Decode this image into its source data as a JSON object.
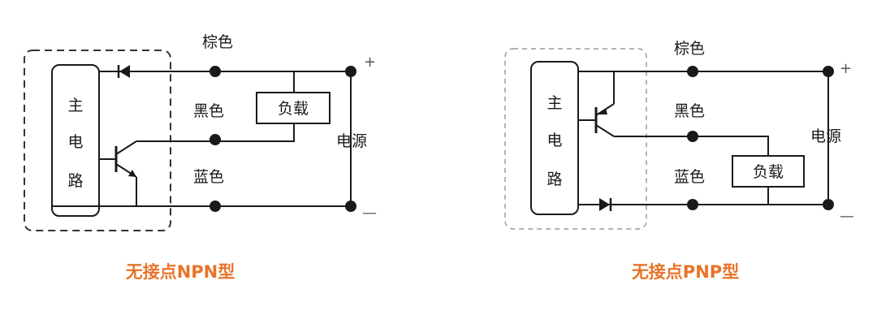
{
  "colors": {
    "caption": "#e8742a",
    "ink": "#1a1a1a"
  },
  "npn": {
    "main_circuit": [
      "主",
      "电",
      "路"
    ],
    "brown_wire": "棕色",
    "black_wire": "黑色",
    "blue_wire": "蓝色",
    "load": "负载",
    "power": "电源",
    "plus": "+",
    "minus": "—",
    "caption": "无接点NPN型"
  },
  "pnp": {
    "main_circuit": [
      "主",
      "电",
      "路"
    ],
    "brown_wire": "棕色",
    "black_wire": "黑色",
    "blue_wire": "蓝色",
    "load": "负载",
    "power": "电源",
    "plus": "+",
    "minus": "—",
    "caption": "无接点PNP型"
  }
}
